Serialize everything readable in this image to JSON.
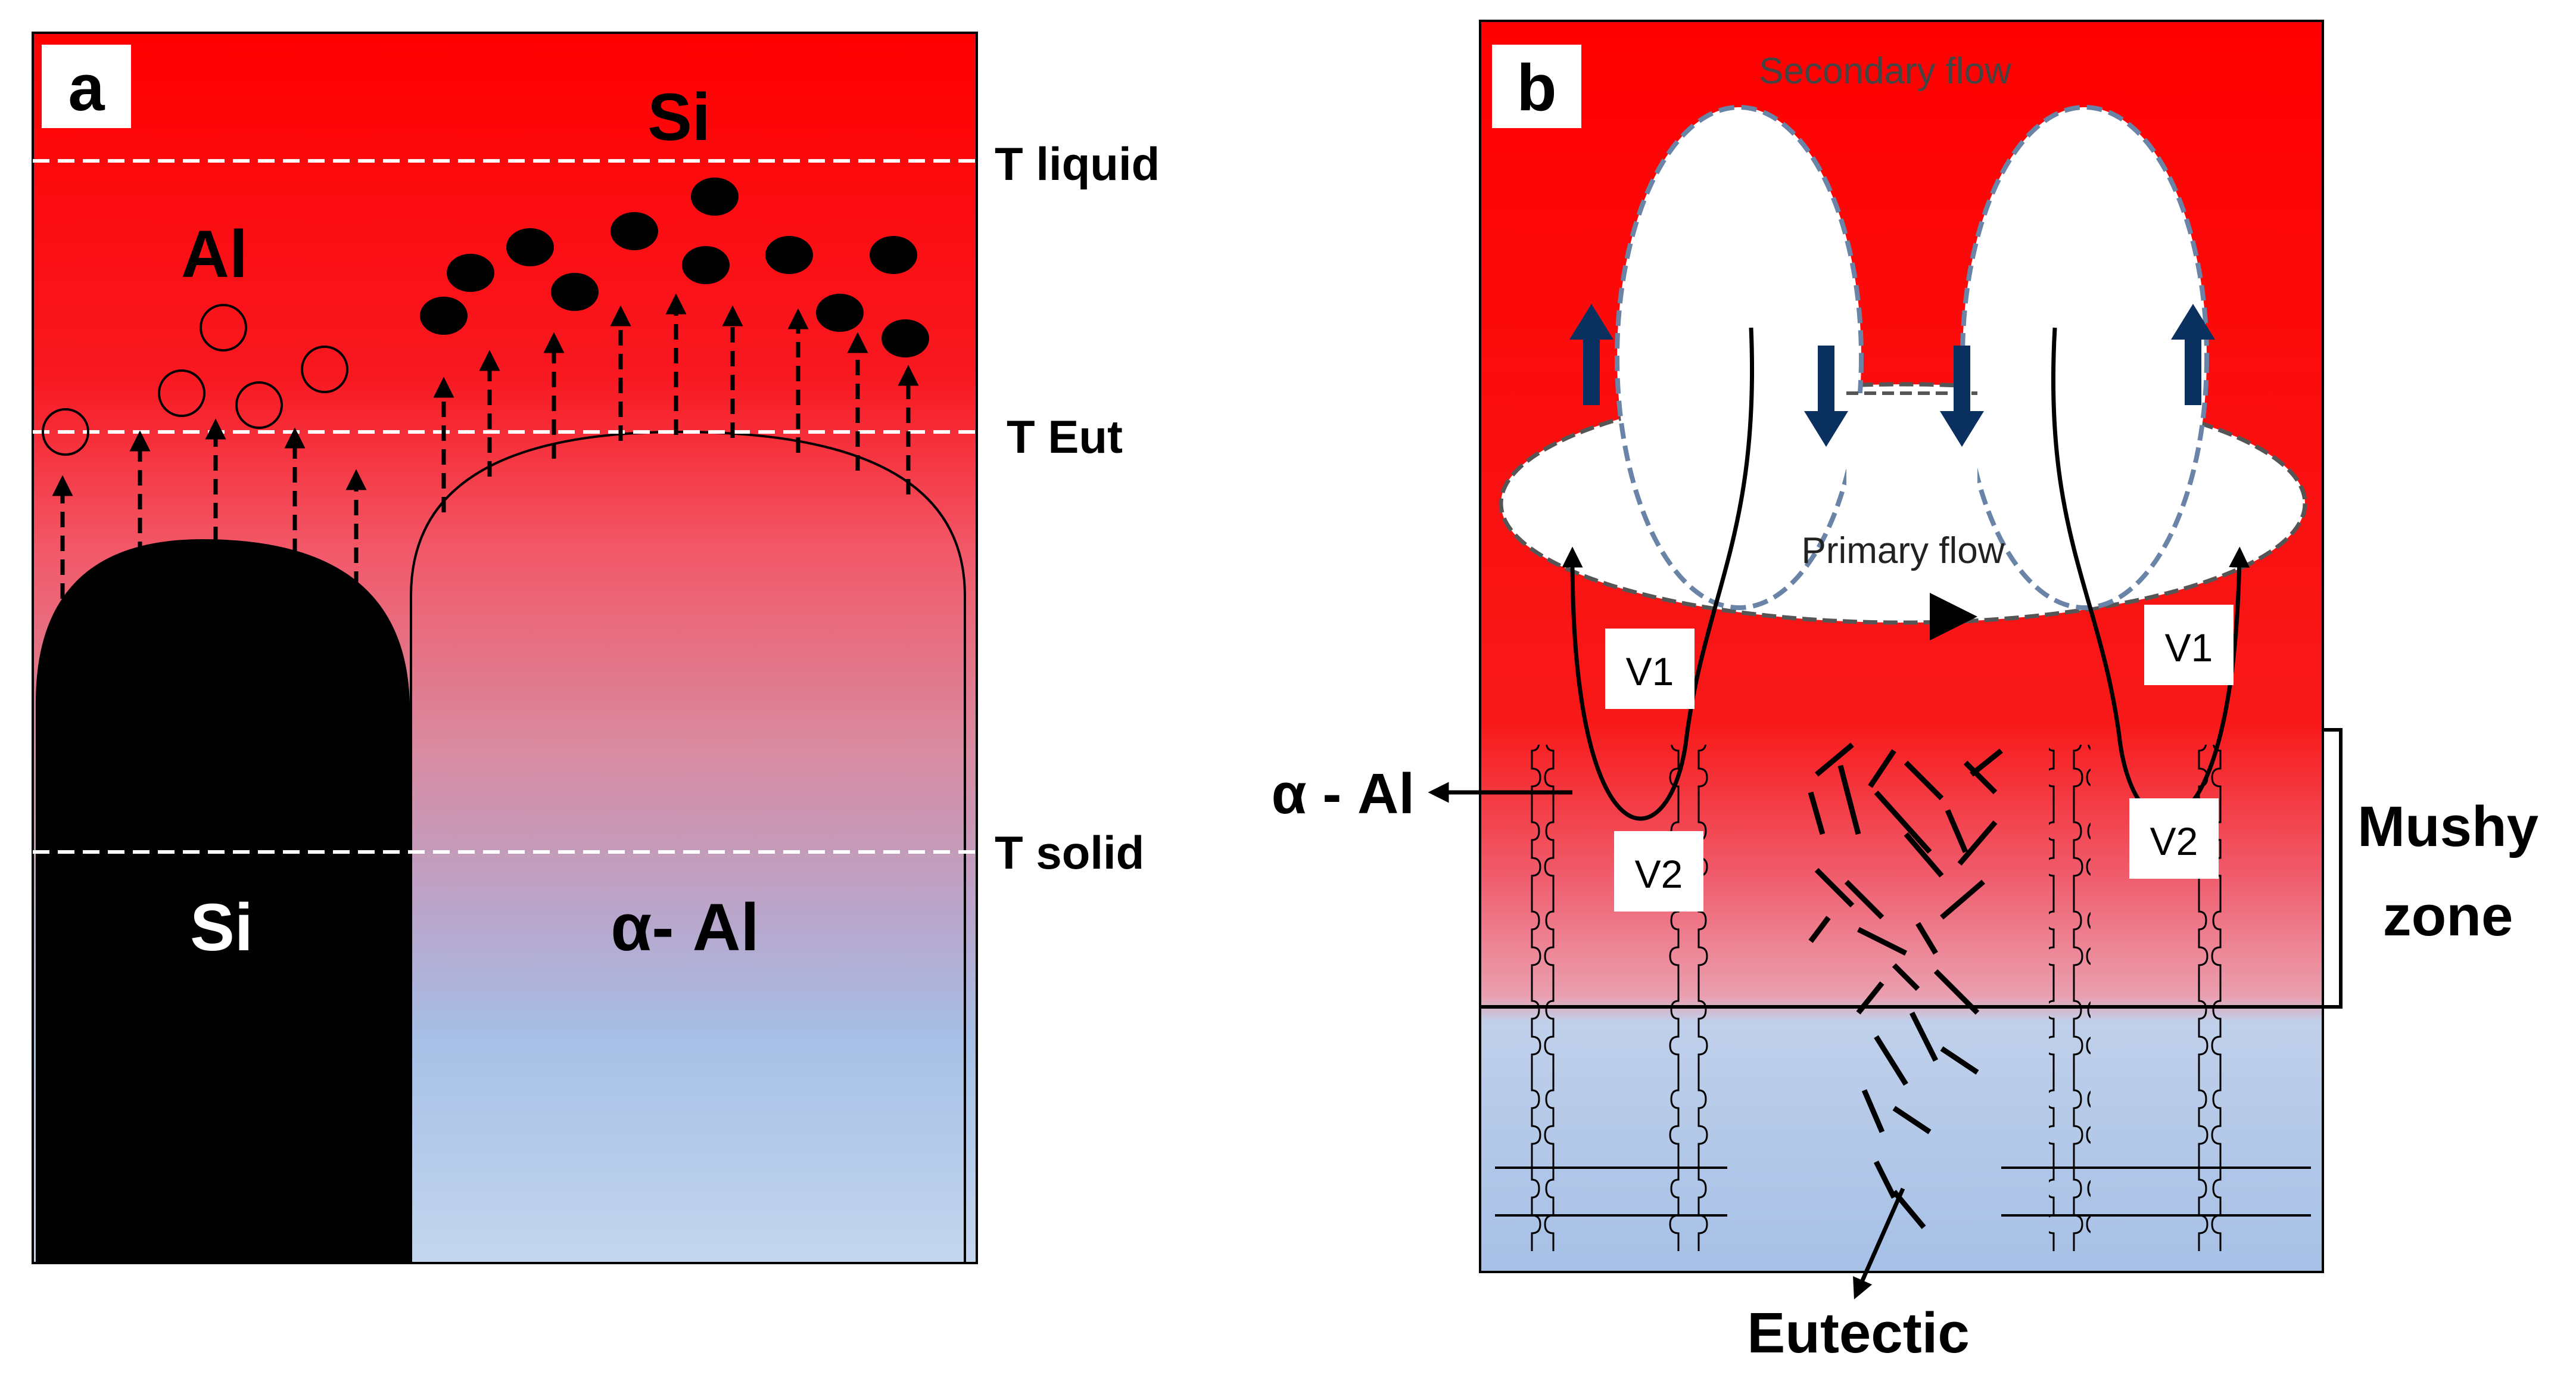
{
  "panel_a": {
    "badge": "a",
    "temp_lines": {
      "liquid": "T liquid",
      "eutectic": "T Eut",
      "solid": "T solid"
    },
    "melt_labels": {
      "al": "Al",
      "si": "Si"
    },
    "solid_labels": {
      "si": "Si",
      "alpha_al": "α- Al"
    },
    "colors": {
      "melt_hot": "#ff0000",
      "mid": "#e07a90",
      "cool": "#a8c4e8",
      "si_solid": "#000000"
    }
  },
  "panel_b": {
    "badge": "b",
    "flows": {
      "secondary": "Secondary flow",
      "primary": "Primary flow"
    },
    "velocity_labels": {
      "v1_left": "V1",
      "v1_right": "V1",
      "v2_left": "V2",
      "v2_right": "V2"
    },
    "annotations": {
      "alpha_al": "α - Al",
      "mushy_line1": "Mushy",
      "mushy_line2": "zone",
      "eutectic": "Eutectic"
    },
    "colors": {
      "flow_arrow": "#0a3060",
      "dash_outline": "#6a84a8"
    }
  }
}
